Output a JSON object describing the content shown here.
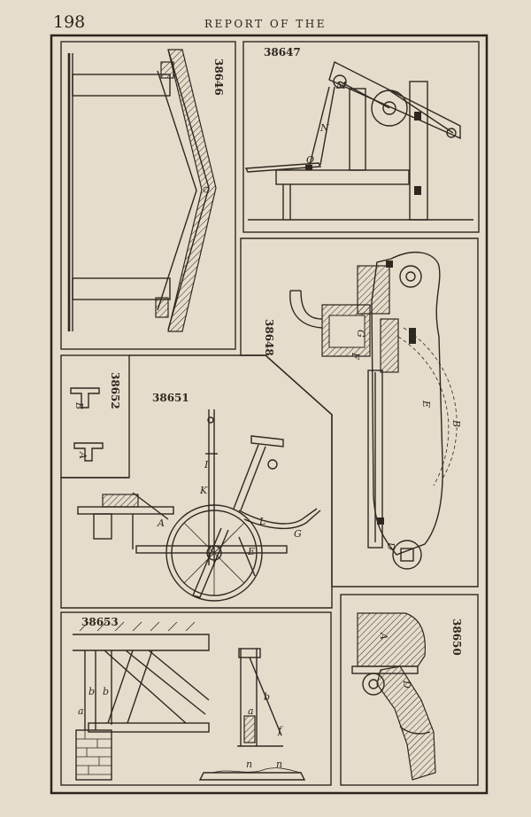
{
  "header": {
    "page_number": "198",
    "running_title": "REPORT OF THE"
  },
  "figures": {
    "f38646": "38646",
    "f38647": "38647",
    "f38648": "38648",
    "f38650": "38650",
    "f38651": "38651",
    "f38652": "38652",
    "f38653": "38653"
  },
  "labels": {
    "M": "M",
    "N": "N",
    "O": "O",
    "F": "F",
    "G": "G",
    "E": "E",
    "B": "B",
    "D": "D",
    "A": "A",
    "D2": "D",
    "I": "I",
    "K": "K",
    "A2": "A",
    "L": "L",
    "G2": "G",
    "E2": "E",
    "B3": "B",
    "A3": "A",
    "a": "a",
    "b": "b",
    "b2": "b",
    "a2": "a",
    "b3": "b",
    "f": "f",
    "n": "n",
    "n2": "n"
  }
}
